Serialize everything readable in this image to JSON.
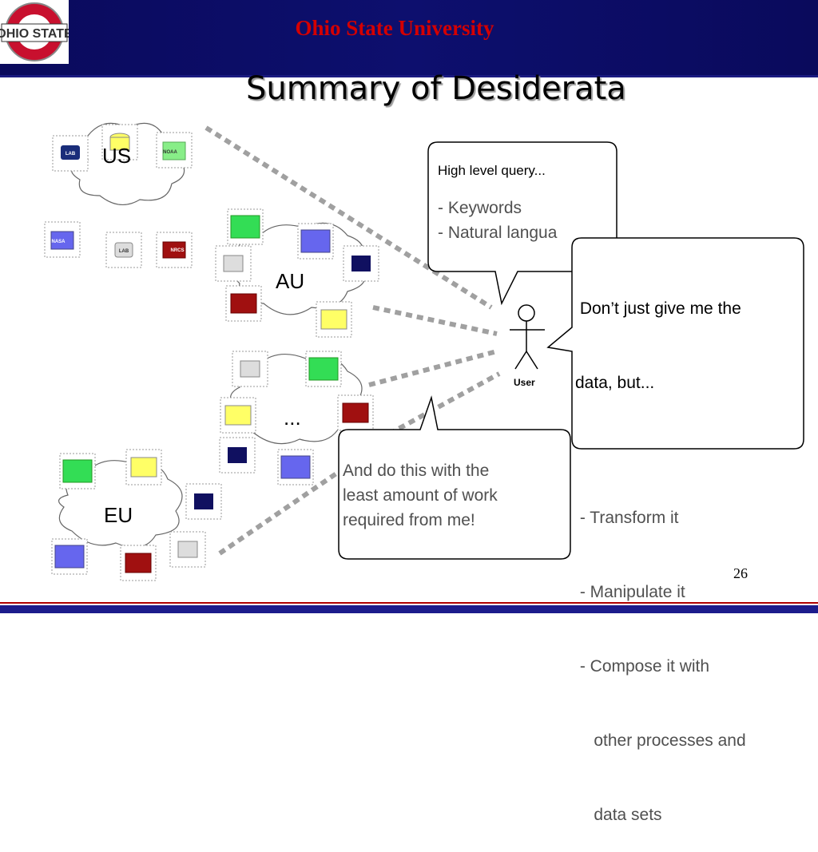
{
  "header": {
    "university": "Ohio State University",
    "logo_text": "OHIO STATE"
  },
  "slide": {
    "title": "Summary of Desiderata",
    "page_number": "26"
  },
  "clouds": {
    "us": "US",
    "au": "AU",
    "other": "...",
    "eu": "EU"
  },
  "db_labels": {
    "lab": "LAB",
    "noaa": "NOAA",
    "nasa": "NASA",
    "nrcs": "NRCS"
  },
  "user": {
    "label": "User"
  },
  "bubbles": {
    "query": {
      "line1": "High level query...",
      "line2": "- Keywords",
      "line3": "- Natural langua"
    },
    "data": {
      "line1": " Don’t just give me the",
      "line2": "data, but...",
      "line3": " - Transform it",
      "line4": " - Manipulate it",
      "line5": " - Compose it with",
      "line6": "    other processes and",
      "line7": "    data sets"
    },
    "effort": {
      "line1": "And do this with the",
      "line2": "least amount of work",
      "line3": "required from me!"
    }
  },
  "colors": {
    "header_bg": "#0d0f6e",
    "header_text": "#d40000",
    "footer": "#1c1c8c"
  }
}
